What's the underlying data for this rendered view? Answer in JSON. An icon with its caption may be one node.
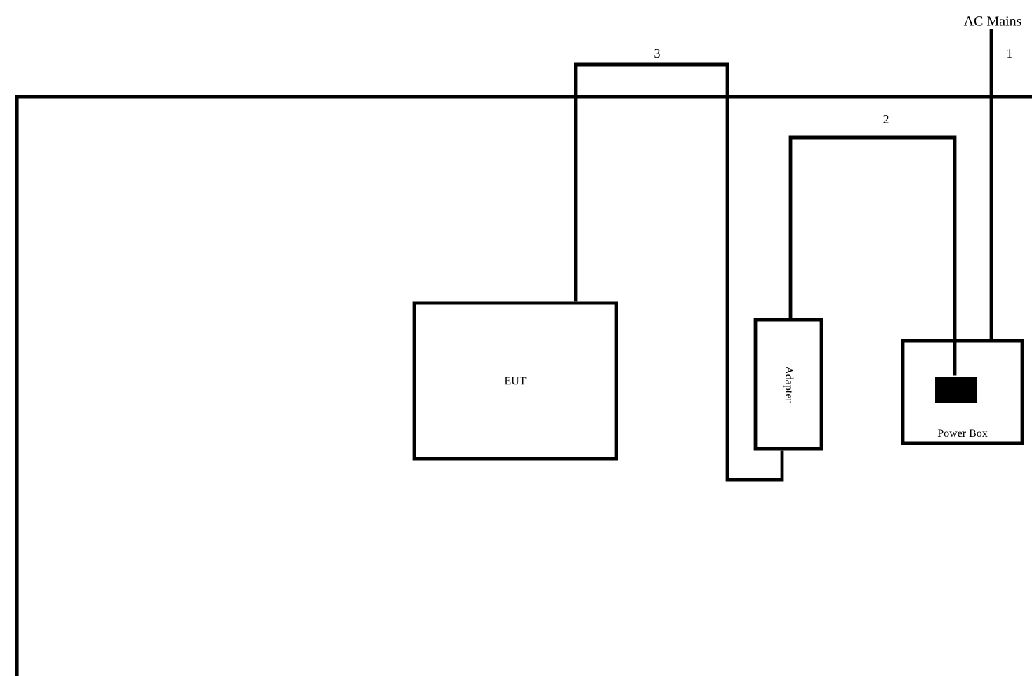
{
  "diagram": {
    "nodes": [
      {
        "text": [
          "EUT"
        ]
      },
      {
        "text": [
          "Adapter"
        ]
      },
      {
        "text": [
          "Power Box"
        ]
      },
      {
        "text": [],
        "shape": "box",
        "in": 2
      },
      {
        "text": [
          "AC Mains"
        ]
      }
    ],
    "edges": [
      {
        "from": 0,
        "to": 1,
        "arrow": "none",
        "label": "3"
      },
      {
        "from": 1,
        "to": 3,
        "arrow": "none",
        "label": "2"
      },
      {
        "from": 2,
        "to": 4,
        "arrow": "none",
        "label": "1"
      }
    ]
  }
}
